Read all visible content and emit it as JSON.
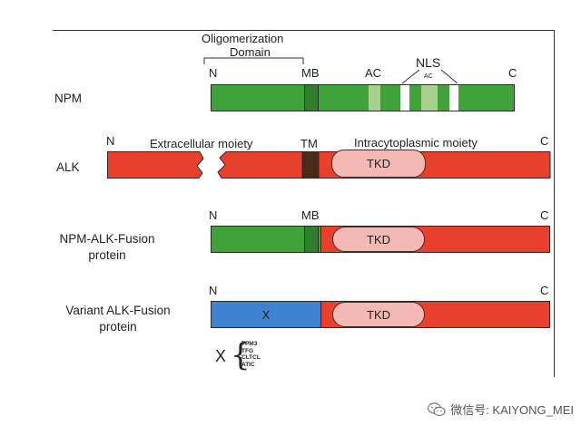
{
  "colors": {
    "npm_green": "#3fa33a",
    "npm_dark_green": "#2f7f2c",
    "ac_light_green": "#a8d08d",
    "nls_white": "#ffffff",
    "alk_red": "#e8402c",
    "tm_brown": "#4a2b18",
    "tkd_pink": "#f3b9b2",
    "variant_blue": "#3f82cf"
  },
  "npm": {
    "row_label": "NPM",
    "oligo_label_line1": "Oligomerization",
    "oligo_label_line2": "Domain",
    "n_label": "N",
    "mb_label": "MB",
    "ac_label": "AC",
    "nls_label": "NLS",
    "ac_small_label": "AC",
    "c_label": "C"
  },
  "alk": {
    "row_label": "ALK",
    "n_label": "N",
    "extracellular_label": "Extracellular moiety",
    "tm_label": "TM",
    "intracytoplasmic_label": "Intracytoplasmic moiety",
    "c_label": "C",
    "tkd_label": "TKD"
  },
  "npm_alk": {
    "row_label_line1": "NPM-ALK-Fusion",
    "row_label_line2": "protein",
    "n_label": "N",
    "mb_label": "MB",
    "c_label": "C",
    "tkd_label": "TKD"
  },
  "variant": {
    "row_label_line1": "Variant ALK-Fusion",
    "row_label_line2": "protein",
    "n_label": "N",
    "c_label": "C",
    "x_label": "X",
    "tkd_label": "TKD"
  },
  "legend": {
    "x_symbol": "X",
    "partners": [
      "TPM3",
      "TFG",
      "CLTCL",
      "ATIC"
    ]
  },
  "footer": {
    "icon": "wechat-icon",
    "text": "微信号: KAIYONG_MEI"
  }
}
